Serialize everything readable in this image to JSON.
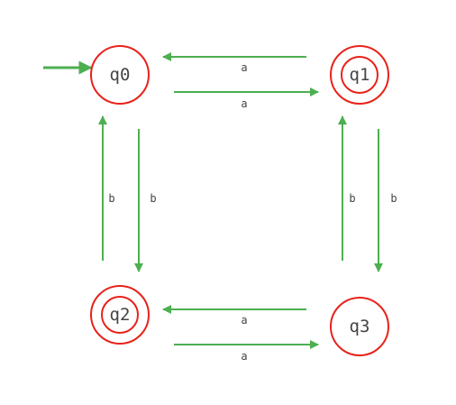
{
  "colors": {
    "state_stroke": "#e8221b",
    "edge": "#4caf50",
    "text": "#444444",
    "background": "#ffffff"
  },
  "automaton": {
    "start_state": "q0",
    "states": [
      {
        "id": "q0",
        "label": "q0",
        "accepting": false
      },
      {
        "id": "q1",
        "label": "q1",
        "accepting": true
      },
      {
        "id": "q2",
        "label": "q2",
        "accepting": true
      },
      {
        "id": "q3",
        "label": "q3",
        "accepting": false
      }
    ],
    "transitions": [
      {
        "from": "q1",
        "to": "q0",
        "label": "a"
      },
      {
        "from": "q0",
        "to": "q1",
        "label": "a"
      },
      {
        "from": "q2",
        "to": "q0",
        "label": "b"
      },
      {
        "from": "q0",
        "to": "q2",
        "label": "b"
      },
      {
        "from": "q3",
        "to": "q1",
        "label": "b"
      },
      {
        "from": "q1",
        "to": "q3",
        "label": "b"
      },
      {
        "from": "q3",
        "to": "q2",
        "label": "a"
      },
      {
        "from": "q2",
        "to": "q3",
        "label": "a"
      }
    ]
  }
}
